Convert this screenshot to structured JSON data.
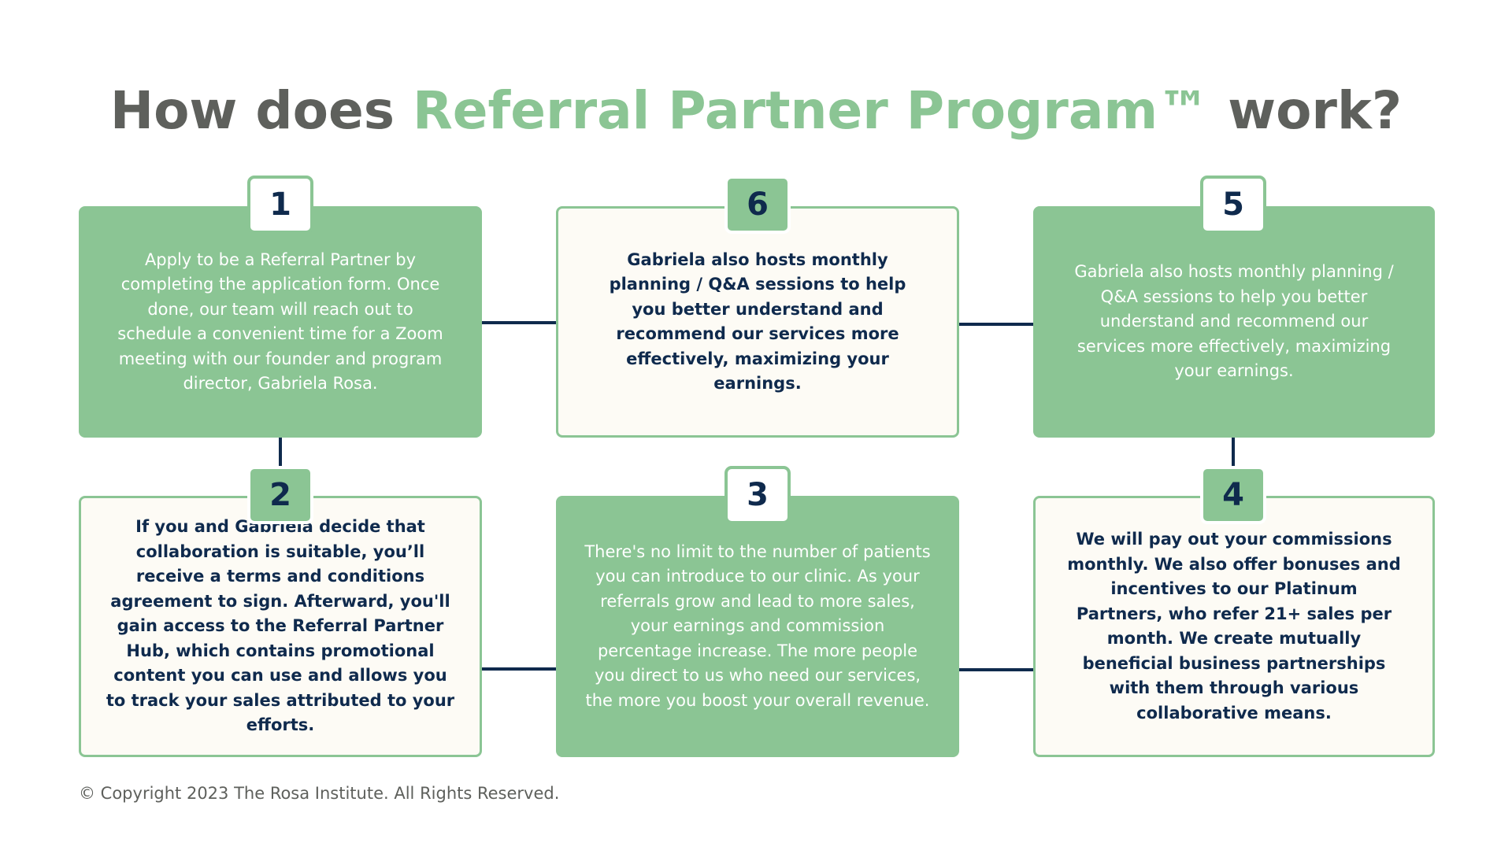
{
  "title": {
    "prefix": "How does ",
    "highlight": "Referral Partner Program™",
    "suffix": " work?"
  },
  "colors": {
    "accent_green": "#8bc594",
    "navy": "#0f2a4d",
    "title_gray": "#5e605c",
    "cream": "#fdfbf5"
  },
  "steps": [
    {
      "number": "1",
      "style": "green",
      "text": "Apply to be a Referral Partner by completing the application form. Once done, our team will reach out to schedule a convenient time for a Zoom meeting with our founder and program director, Gabriela Rosa."
    },
    {
      "number": "6",
      "style": "cream",
      "text": "Gabriela also hosts monthly planning / Q&A sessions to help you better understand and recommend our services more effectively, maximizing your earnings."
    },
    {
      "number": "5",
      "style": "green",
      "text": "Gabriela also hosts monthly planning / Q&A sessions to help you better understand and recommend our services more effectively, maximizing your earnings."
    },
    {
      "number": "2",
      "style": "cream",
      "text": "If you and Gabriela decide that collaboration is suitable, you’ll receive a terms and conditions agreement to sign. Afterward, you'll gain access to the Referral Partner Hub, which contains promotional content you can use and allows you to track your sales attributed to your efforts."
    },
    {
      "number": "3",
      "style": "green",
      "text": "There's no limit to the number of patients you can introduce to our clinic. As your referrals grow and lead to more sales, your earnings and commission percentage increase. The more people you direct to us who need our services, the more you boost your overall revenue."
    },
    {
      "number": "4",
      "style": "cream",
      "text": "We will pay out your commissions monthly. We also offer bonuses and incentives to our Platinum Partners, who refer 21+ sales per month. We create mutually beneficial business partnerships with them through various collaborative means."
    }
  ],
  "footer": {
    "copyright": "© Copyright 2023 The Rosa Institute. All Rights Reserved."
  }
}
